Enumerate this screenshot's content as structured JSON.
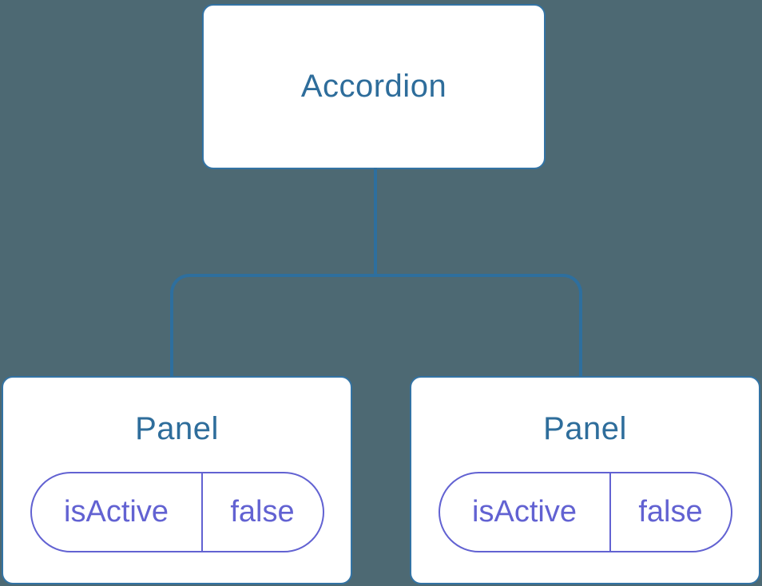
{
  "diagram": {
    "root": {
      "label": "Accordion"
    },
    "panels": [
      {
        "label": "Panel",
        "props": [
          {
            "name": "isActive",
            "value": "false"
          }
        ]
      },
      {
        "label": "Panel",
        "props": [
          {
            "name": "isActive",
            "value": "false"
          }
        ]
      }
    ]
  },
  "colors": {
    "canvas-bg": "#4d6973",
    "node-bg": "#ffffff",
    "node-border": "#3373a4",
    "node-text": "#2e6d9b",
    "connector": "#2e6f9e",
    "prop-accent": "#6262d2"
  }
}
